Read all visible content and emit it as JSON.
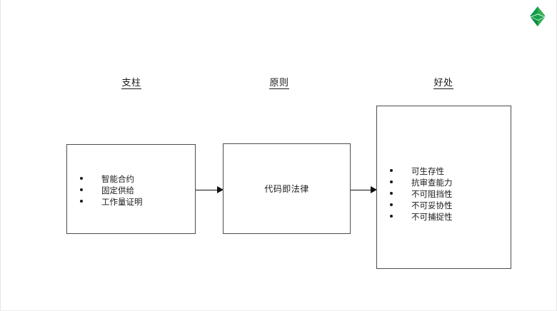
{
  "slide": {
    "background_color": "#ffffff",
    "logo": {
      "name": "ethereum-classic-logo",
      "color_light": "#3ab24a",
      "color_mid": "#13a652",
      "color_dark": "#0b8a42"
    }
  },
  "columns": [
    {
      "id": "pillars",
      "heading": "支柱"
    },
    {
      "id": "principles",
      "heading": "原则"
    },
    {
      "id": "benefits",
      "heading": "好处"
    }
  ],
  "boxes": {
    "pillars": {
      "items": [
        {
          "label": "智能合约"
        },
        {
          "label": "固定供给"
        },
        {
          "label": "工作量证明"
        }
      ]
    },
    "principles": {
      "center_label": "代码即法律"
    },
    "benefits": {
      "items": [
        {
          "label": "可生存性"
        },
        {
          "label": "抗审查能力"
        },
        {
          "label": "不可阻挡性"
        },
        {
          "label": "不可妥协性"
        },
        {
          "label": "不可捕捉性"
        }
      ]
    }
  },
  "arrows": [
    {
      "id": "pillars-to-principles",
      "direction": "right"
    },
    {
      "id": "principles-to-benefits",
      "direction": "right"
    }
  ]
}
